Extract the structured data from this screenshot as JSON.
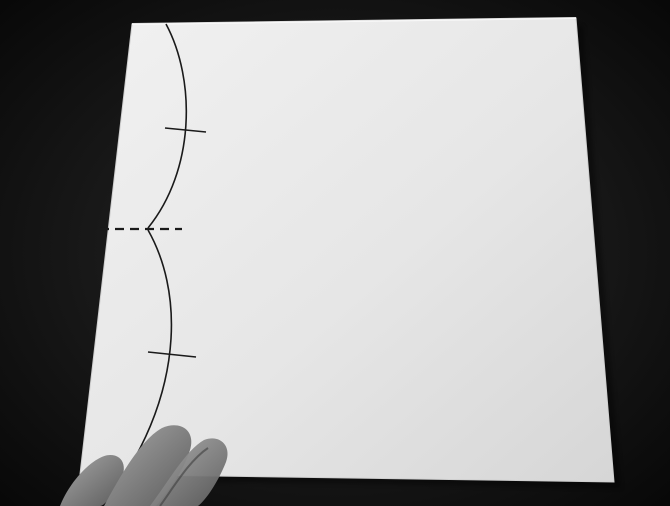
{
  "photo": {
    "subject": "paper-sheet-with-curved-fold-lines",
    "colors": {
      "background": "#111111",
      "paper": "#e9e9e9",
      "paper_shadow": "#d8d8d8",
      "line": "#1a1a1a",
      "hand": "#8a8a8a"
    },
    "marks": {
      "curves": 2,
      "tick_marks": 2,
      "dashed_fold_line": 1
    }
  }
}
